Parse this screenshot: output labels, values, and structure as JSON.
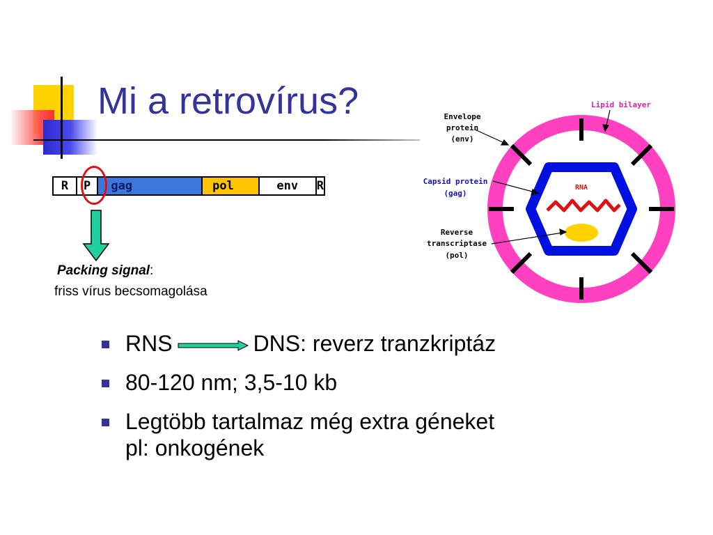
{
  "slide": {
    "title": "Mi a retrovírus?"
  },
  "genome": {
    "segments": [
      "R",
      "P",
      "gag",
      "pol",
      "env",
      "R"
    ],
    "colors": {
      "gag": "#3a78e0",
      "pol": "#ffc400",
      "highlight": "#e01010",
      "arrow": "#20d0a0"
    }
  },
  "packing": {
    "label": "Packing signal",
    "colon": ":",
    "description": "friss vírus becsomagolása"
  },
  "virus": {
    "lipid_label": "Lipid bilayer",
    "envelope_label": [
      "Envelope",
      "protein",
      "(env)"
    ],
    "capsid_label": [
      "Capsid protein",
      "(gag)"
    ],
    "rt_label": [
      "Reverse",
      "transcriptase",
      "(pol)"
    ],
    "rna_label": "RNA",
    "colors": {
      "lipid": "#ff40c0",
      "capsid": "#0010e0",
      "rna": "#e01010",
      "rt": "#ffd200",
      "label_pink": "#e020a0",
      "label_blue": "#1010c0"
    }
  },
  "bullets": [
    {
      "left": "RNS",
      "right": "DNS: reverz tranzkriptáz"
    },
    {
      "text": "80-120 nm; 3,5-10 kb"
    },
    {
      "line1": "Legtöbb tartalmaz még extra géneket",
      "line2": "pl: onkogének"
    }
  ]
}
